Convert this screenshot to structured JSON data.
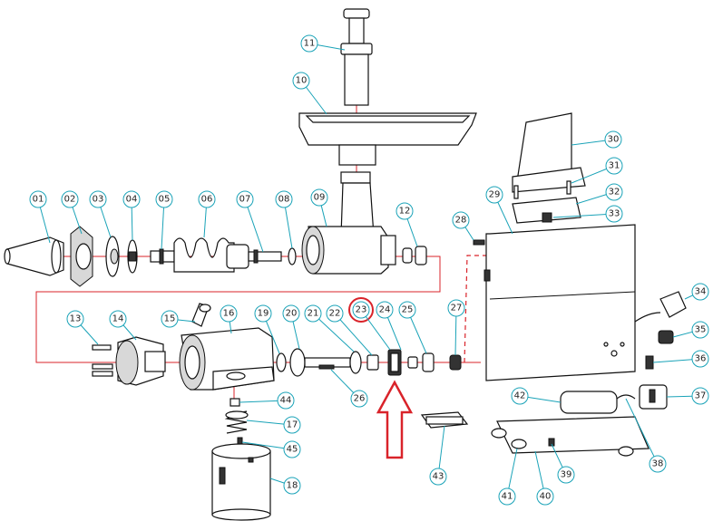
{
  "parts": [
    {
      "id": "p01",
      "label": "01"
    },
    {
      "id": "p02",
      "label": "02"
    },
    {
      "id": "p03",
      "label": "03"
    },
    {
      "id": "p04",
      "label": "04"
    },
    {
      "id": "p05",
      "label": "05"
    },
    {
      "id": "p06",
      "label": "06"
    },
    {
      "id": "p07",
      "label": "07"
    },
    {
      "id": "p08",
      "label": "08"
    },
    {
      "id": "p09",
      "label": "09"
    },
    {
      "id": "p10",
      "label": "10"
    },
    {
      "id": "p11",
      "label": "11"
    },
    {
      "id": "p12",
      "label": "12"
    },
    {
      "id": "p13",
      "label": "13"
    },
    {
      "id": "p14",
      "label": "14"
    },
    {
      "id": "p15",
      "label": "15"
    },
    {
      "id": "p16",
      "label": "16"
    },
    {
      "id": "p17",
      "label": "17"
    },
    {
      "id": "p18",
      "label": "18"
    },
    {
      "id": "p19",
      "label": "19"
    },
    {
      "id": "p20",
      "label": "20"
    },
    {
      "id": "p21",
      "label": "21"
    },
    {
      "id": "p22",
      "label": "22"
    },
    {
      "id": "p23",
      "label": "23"
    },
    {
      "id": "p24",
      "label": "24"
    },
    {
      "id": "p25",
      "label": "25"
    },
    {
      "id": "p26",
      "label": "26"
    },
    {
      "id": "p27",
      "label": "27"
    },
    {
      "id": "p28",
      "label": "28"
    },
    {
      "id": "p29",
      "label": "29"
    },
    {
      "id": "p30",
      "label": "30"
    },
    {
      "id": "p31",
      "label": "31"
    },
    {
      "id": "p32",
      "label": "32"
    },
    {
      "id": "p33",
      "label": "33"
    },
    {
      "id": "p34",
      "label": "34"
    },
    {
      "id": "p35",
      "label": "35"
    },
    {
      "id": "p36",
      "label": "36"
    },
    {
      "id": "p37",
      "label": "37"
    },
    {
      "id": "p38",
      "label": "38"
    },
    {
      "id": "p39",
      "label": "39"
    },
    {
      "id": "p40",
      "label": "40"
    },
    {
      "id": "p41",
      "label": "41"
    },
    {
      "id": "p42",
      "label": "42"
    },
    {
      "id": "p43",
      "label": "43"
    },
    {
      "id": "p44",
      "label": "44"
    },
    {
      "id": "p45",
      "label": "45"
    }
  ],
  "highlighted_part": "23",
  "colors": {
    "leader": "#1aa3b8",
    "highlight": "#d9232a",
    "assembly_line": "#d9232a"
  }
}
